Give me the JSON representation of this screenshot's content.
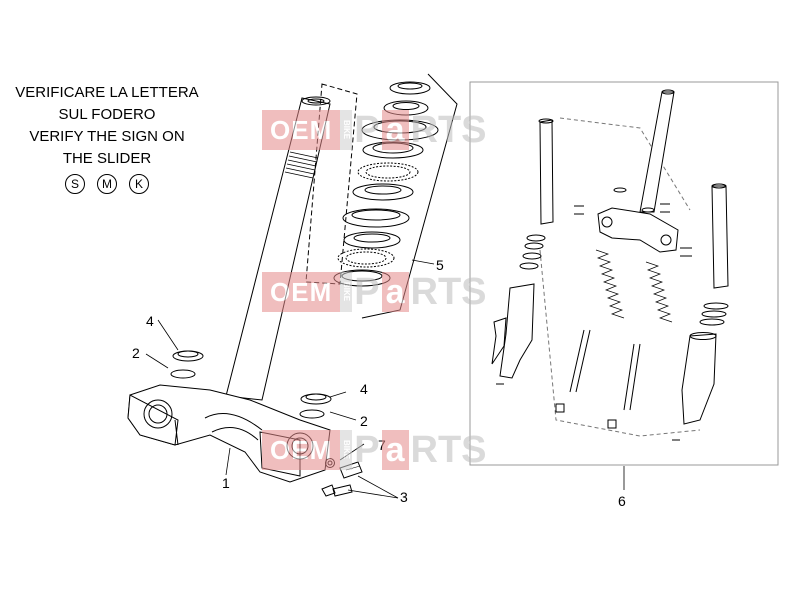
{
  "note": {
    "line1": "VERIFICARE LA LETTERA",
    "line2": "SUL FODERO",
    "line3": "VERIFY THE SIGN ON",
    "line4": "THE SLIDER",
    "sizes": [
      "S",
      "M",
      "K"
    ]
  },
  "callouts": {
    "c1": "1",
    "c2a": "2",
    "c2b": "2",
    "c3": "3",
    "c4a": "4",
    "c4b": "4",
    "c5": "5",
    "c6": "6",
    "c7": "7"
  },
  "watermark": {
    "oem": "OEM",
    "bike": "BIKE",
    "p": "P",
    "a": "a",
    "rts": "RTS"
  },
  "colors": {
    "line": "#000000",
    "watermark_red": "#e58a8a",
    "watermark_grey": "#bdbdbd",
    "frame": "#999999"
  }
}
